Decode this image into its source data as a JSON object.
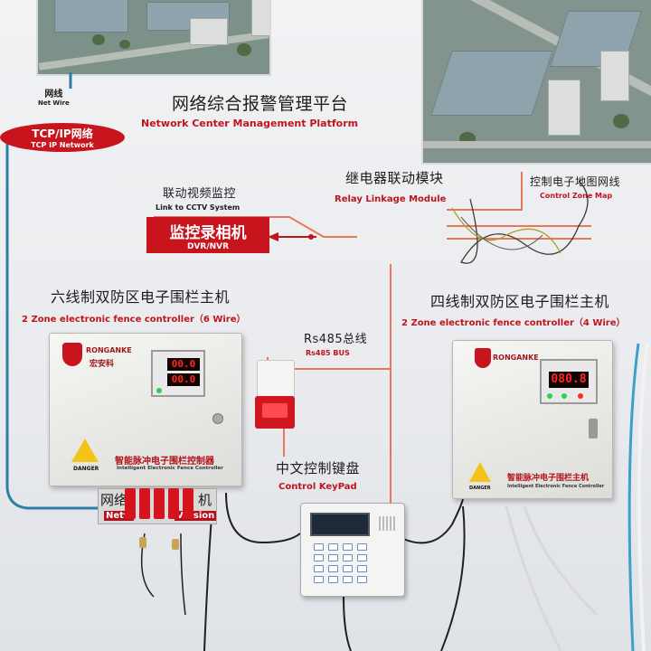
{
  "labels": {
    "net_wire_zh": "网线",
    "net_wire_en": "Net Wire",
    "tcp_zh": "TCP/IP网络",
    "tcp_en": "TCP IP Network",
    "platform_zh": "网络综合报警管理平台",
    "platform_en": "Network Center Management Platform",
    "cctv_zh": "联动视频监控",
    "cctv_en": "Link to CCTV System",
    "dvr_zh": "监控录相机",
    "dvr_en": "DVR/NVR",
    "relay_zh": "继电器联动模块",
    "relay_en": "Relay Linkage Module",
    "map_zh": "控制电子地图网线",
    "map_en": "Control Zone Map",
    "six_wire_zh": "六线制双防区电子围栏主机",
    "six_wire_en": "2 Zone electronic fence controller（6 Wire）",
    "four_wire_zh": "四线制双防区电子围栏主机",
    "four_wire_en": "2 Zone electronic fence controller（4 Wire）",
    "rs485_zh": "Rs485总线",
    "rs485_en": "Rs485 BUS",
    "keypad_zh": "中文控制键盘",
    "keypad_en": "Control KeyPad",
    "network_module_zh": "网络",
    "network_module_zh_end": "机",
    "network_module_en": "Netw",
    "network_module_en_end": "Version"
  },
  "left_controller": {
    "brand": "RONGANKE",
    "brand_cn": "宏安科",
    "display_top": "00.0",
    "display_bottom": "00.0",
    "band_zh": "智能脉冲电子围栏控制器",
    "band_en": "Intelligent Electronic Fence Controller",
    "danger": "DANGER"
  },
  "right_controller": {
    "brand": "RONGANKE",
    "display": "080.8",
    "band_zh": "智能脉冲电子围栏主机",
    "band_en": "Intelligent Electronic Fence Controller",
    "danger": "DANGER"
  },
  "colors": {
    "network_line": "#2e7fa8",
    "rs485_line": "#e9785a",
    "dvr_red": "#c8141c",
    "label_red": "#c0141c"
  }
}
